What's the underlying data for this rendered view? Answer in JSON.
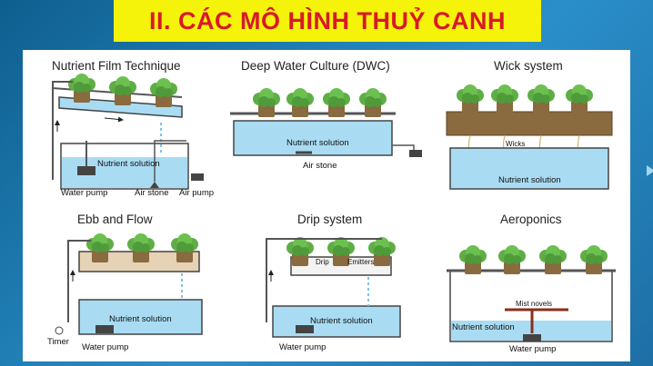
{
  "title": "II. CÁC MÔ HÌNH THUỶ CANH",
  "systems": [
    {
      "name": "Nutrient Film Technique",
      "labels": [
        "Nutrient solution",
        "Water pump",
        "Air stone",
        "Air pump"
      ]
    },
    {
      "name": "Deep Water Culture (DWC)",
      "labels": [
        "Nutrient solution",
        "Air stone"
      ]
    },
    {
      "name": "Wick system",
      "labels": [
        "Wicks",
        "Nutrient solution"
      ]
    },
    {
      "name": "Ebb and Flow",
      "labels": [
        "Nutrient solution",
        "Timer",
        "Water pump"
      ]
    },
    {
      "name": "Drip system",
      "labels": [
        "Drip",
        "Emitters",
        "Nutrient solution",
        "Water pump"
      ]
    },
    {
      "name": "Aeroponics",
      "labels": [
        "Mist novels",
        "Nutrient solution",
        "Water pump"
      ]
    }
  ],
  "colors": {
    "banner": "#f5f30a",
    "title": "#d8192a",
    "water": "#a9dcf3",
    "plant": "#5fae45",
    "soil": "#8a6a3f"
  }
}
